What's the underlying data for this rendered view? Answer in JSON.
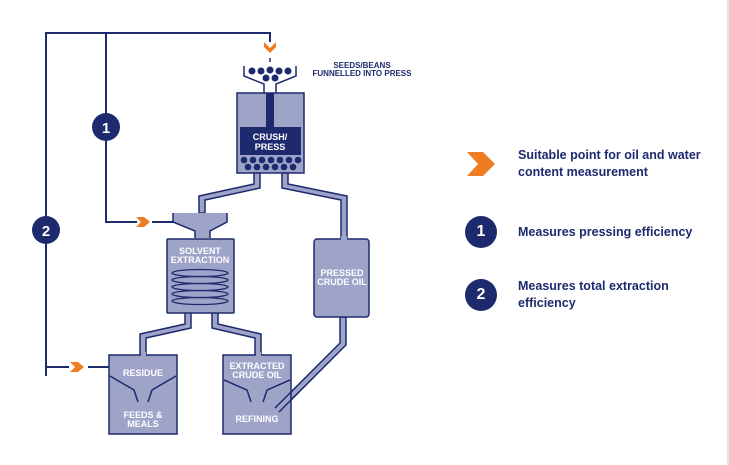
{
  "colors": {
    "navy": "#1e2a6e",
    "fill": "#9ea3c8",
    "orange": "#ee7d22",
    "white": "#ffffff"
  },
  "diagram": {
    "input_label": [
      "SEEDS/BEANS",
      "FUNNELLED INTO PRESS"
    ],
    "press_label": [
      "CRUSH/",
      "PRESS"
    ],
    "solvent_label": [
      "SOLVENT",
      "EXTRACTION"
    ],
    "pressed_oil_label": [
      "PRESSED",
      "CRUDE OIL"
    ],
    "residue_label": "RESIDUE",
    "feeds_label": [
      "FEEDS &",
      "MEALS"
    ],
    "extracted_label": [
      "EXTRACTED",
      "CRUDE OIL"
    ],
    "refining_label": "REFINING",
    "badge_1": "1",
    "badge_2": "2"
  },
  "legend": {
    "items": [
      {
        "icon": "orange-chevron-icon",
        "text": "Suitable point for oil and water content measurement"
      },
      {
        "icon": "badge-1",
        "badge": "1",
        "text": "Measures pressing efficiency"
      },
      {
        "icon": "badge-2",
        "badge": "2",
        "text": "Measures total extraction efficiency"
      }
    ]
  }
}
